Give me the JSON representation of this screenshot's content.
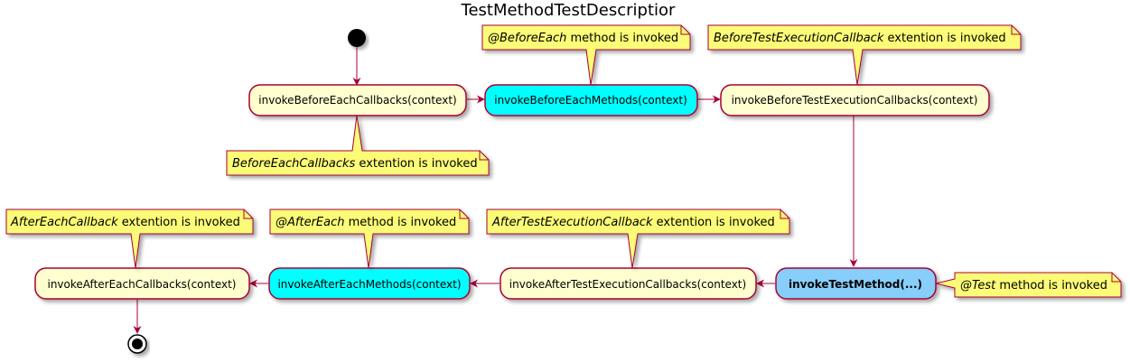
{
  "title": "TestMethodTestDescriptior",
  "colors": {
    "activity_fill": "#FEFECE",
    "highlight_fill": "#00FFFF",
    "test_fill": "#87CEFA",
    "border": "#A80036",
    "note_fill": "#FBFB77",
    "note_border": "#A80036",
    "start_node": "#000000"
  },
  "activities": {
    "invoke_before_each_callbacks": "invokeBeforeEachCallbacks(context)",
    "invoke_before_each_methods": "invokeBeforeEachMethods(context)",
    "invoke_before_test_execution_callbacks": "invokeBeforeTestExecutionCallbacks(context)",
    "invoke_test_method": "invokeTestMethod(...)",
    "invoke_after_test_execution_callbacks": "invokeAfterTestExecutionCallbacks(context)",
    "invoke_after_each_methods": "invokeAfterEachMethods(context)",
    "invoke_after_each_callbacks": "invokeAfterEachCallbacks(context)"
  },
  "notes": {
    "before_each_callbacks": {
      "emphasis": "BeforeEachCallbacks",
      "rest": " extention is invoked"
    },
    "before_each_method": {
      "emphasis": "@BeforeEach",
      "rest": " method is invoked"
    },
    "before_test_execution_callback": {
      "emphasis": "BeforeTestExecutionCallback",
      "rest": " extention is invoked"
    },
    "test_method": {
      "emphasis": "@Test",
      "rest": " method is invoked"
    },
    "after_test_execution_callback": {
      "emphasis": "AfterTestExecutionCallback",
      "rest": " extention is invoked"
    },
    "after_each_method": {
      "emphasis": "@AfterEach",
      "rest": " method is invoked"
    },
    "after_each_callback": {
      "emphasis": "AfterEachCallback",
      "rest": " extention is invoked"
    }
  }
}
